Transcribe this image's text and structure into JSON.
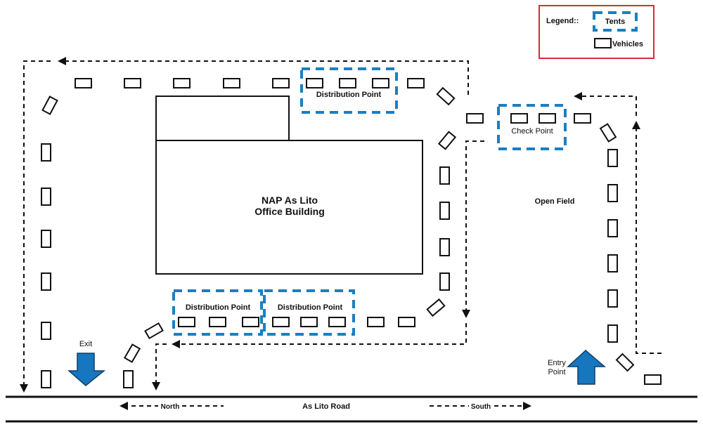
{
  "legend": {
    "title": "Legend::",
    "items": [
      {
        "label": "Tents",
        "symbol": "dashed-blue-box"
      },
      {
        "label": "Vehicles",
        "symbol": "black-rectangle"
      }
    ],
    "border_color": "#d1303f"
  },
  "building": {
    "line1": "NAP As Lito",
    "line2": "Office Building"
  },
  "tents": [
    {
      "label": "Distribution Point",
      "location": "north"
    },
    {
      "label": "Check Point",
      "location": "east"
    },
    {
      "label": "Distribution Point",
      "location": "south-left"
    },
    {
      "label": "Distribution Point",
      "location": "south-right"
    }
  ],
  "areas": {
    "open_field": "Open Field",
    "entry": {
      "line1": "Entry",
      "line2": "Point"
    },
    "exit": "Exit"
  },
  "road": {
    "name": "As Lito Road",
    "north": "North",
    "south": "South"
  },
  "colors": {
    "tent": "#1a7fc1",
    "arrow": "#1677bf",
    "line": "#111111"
  }
}
